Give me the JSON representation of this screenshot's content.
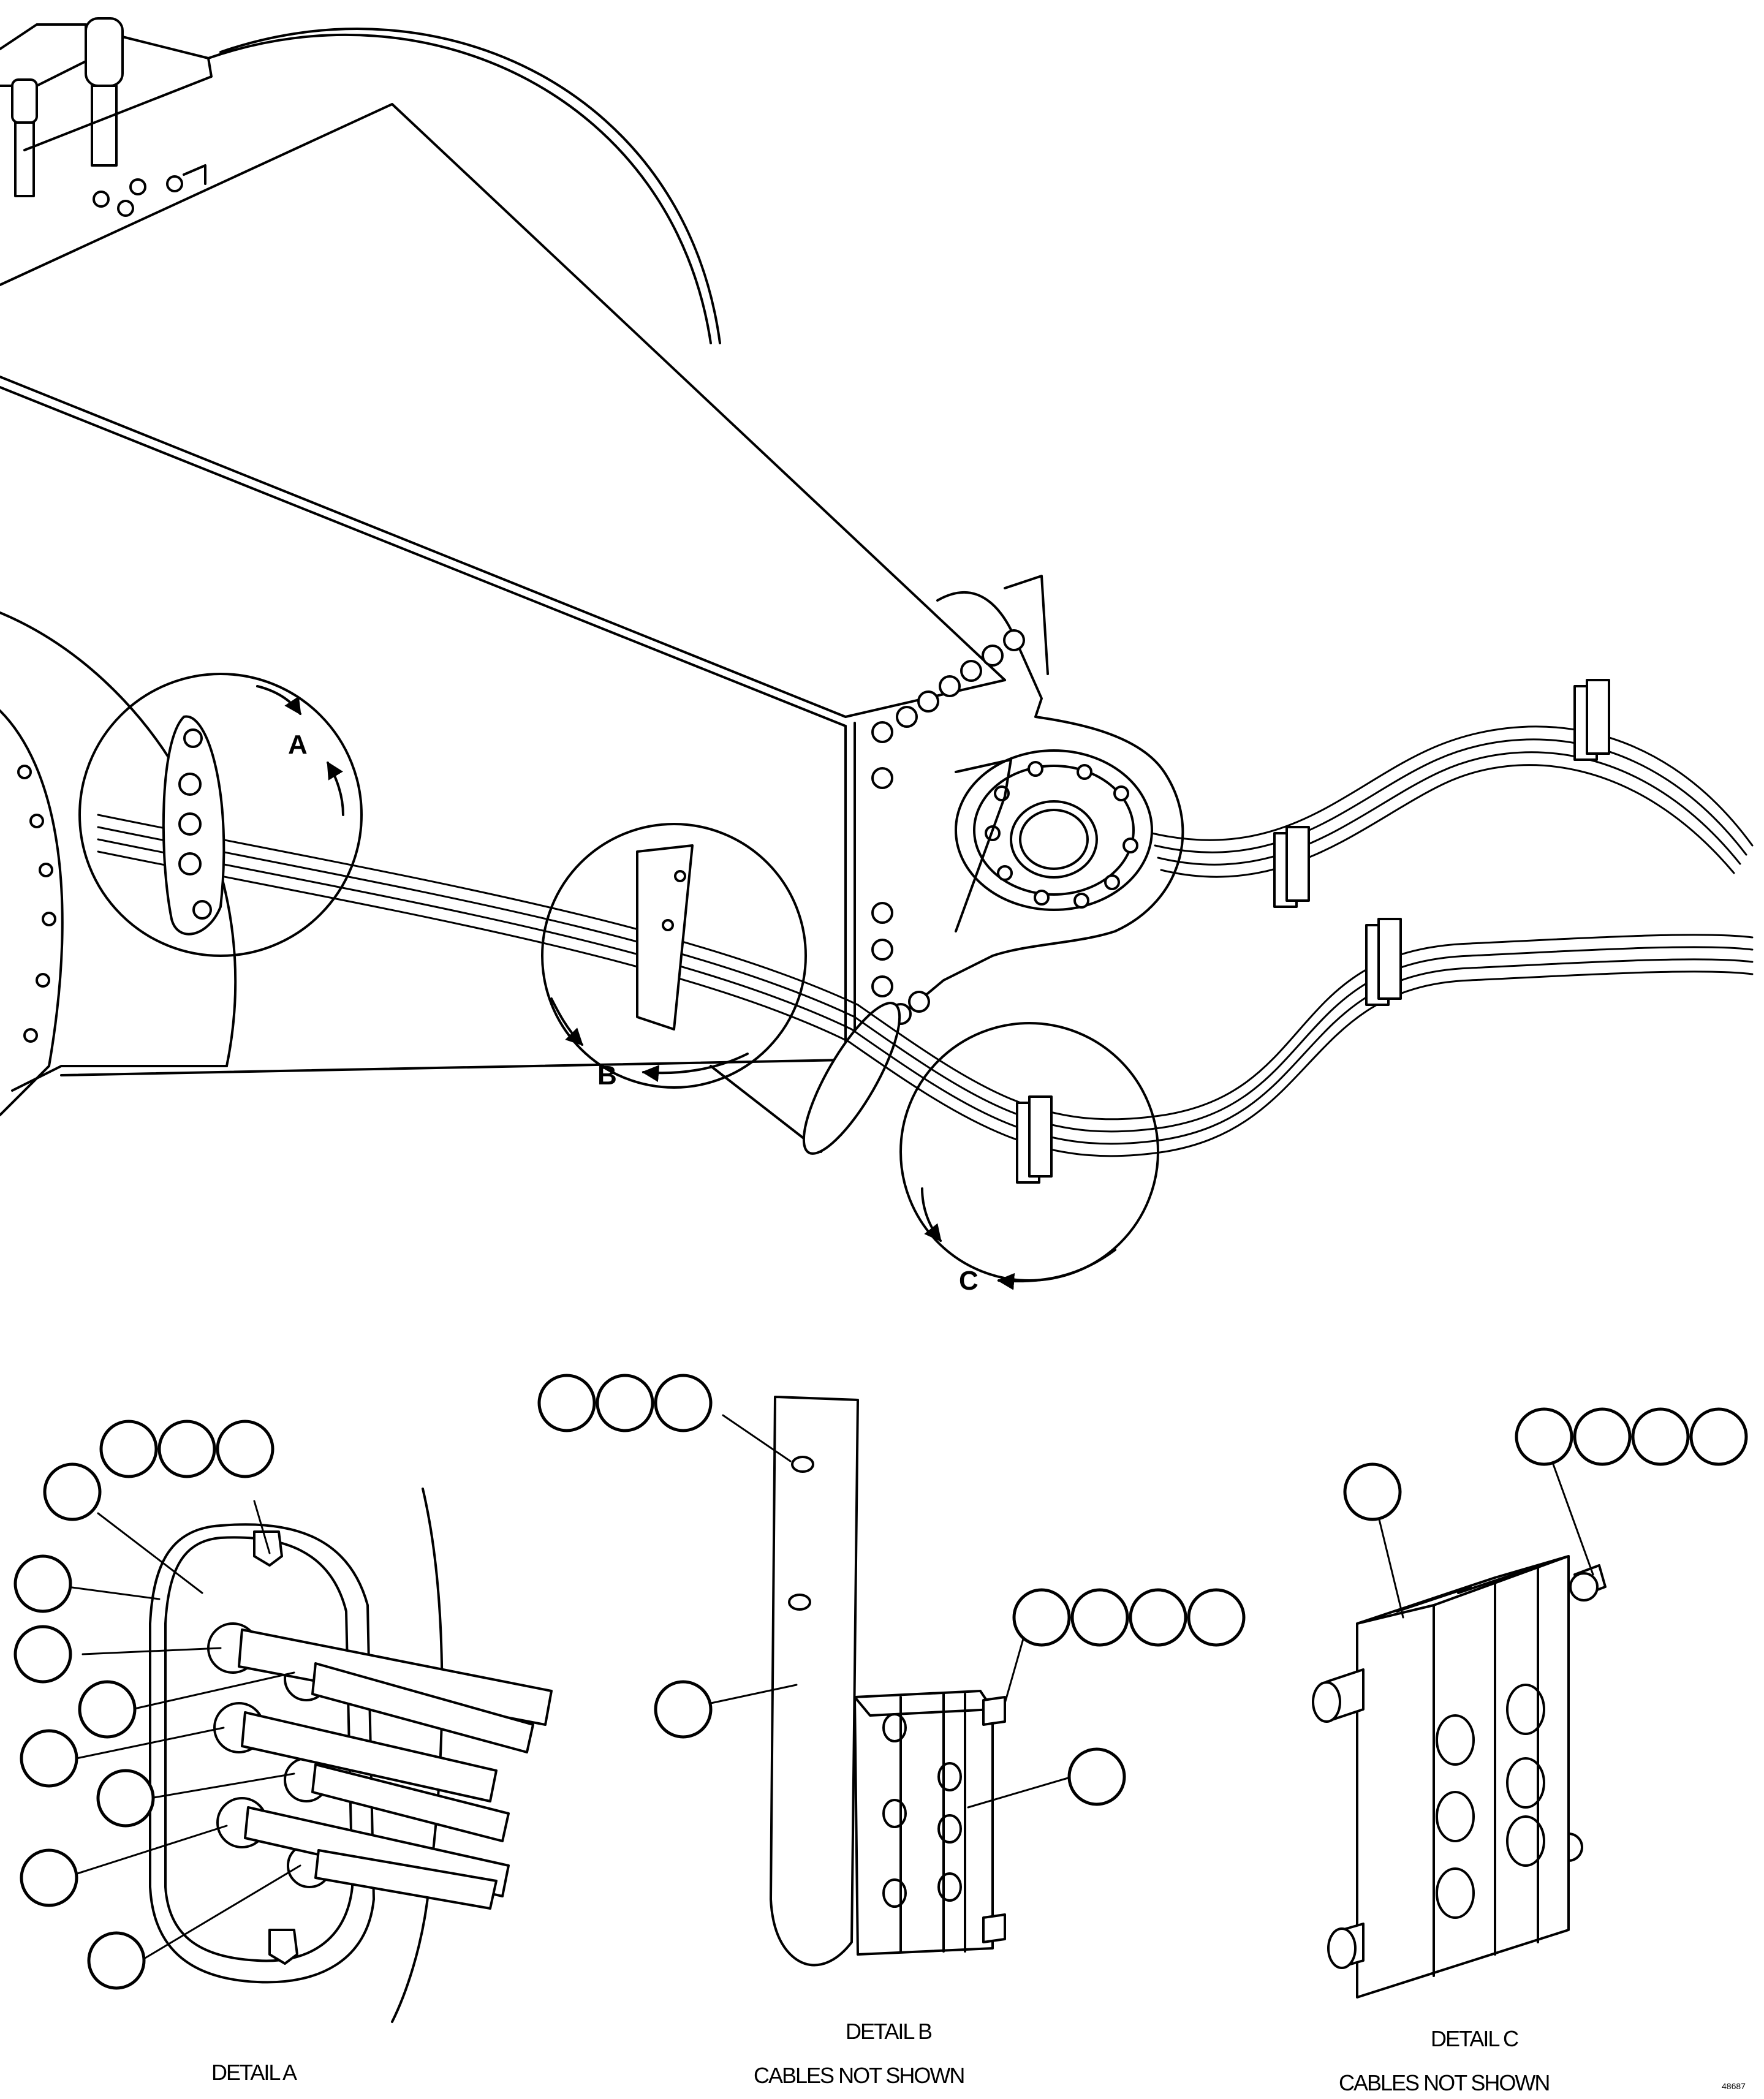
{
  "callouts": {
    "detail_a": "A",
    "detail_b": "B",
    "detail_c": "C"
  },
  "captions": {
    "detail_a": "DETAIL A",
    "detail_b": "DETAIL B",
    "detail_b_note": "CABLES NOT SHOWN",
    "detail_c": "DETAIL C",
    "detail_c_note": "CABLES NOT SHOWN"
  },
  "figure_number": "48687",
  "colors": {
    "line": "#000000",
    "background": "#ffffff"
  }
}
